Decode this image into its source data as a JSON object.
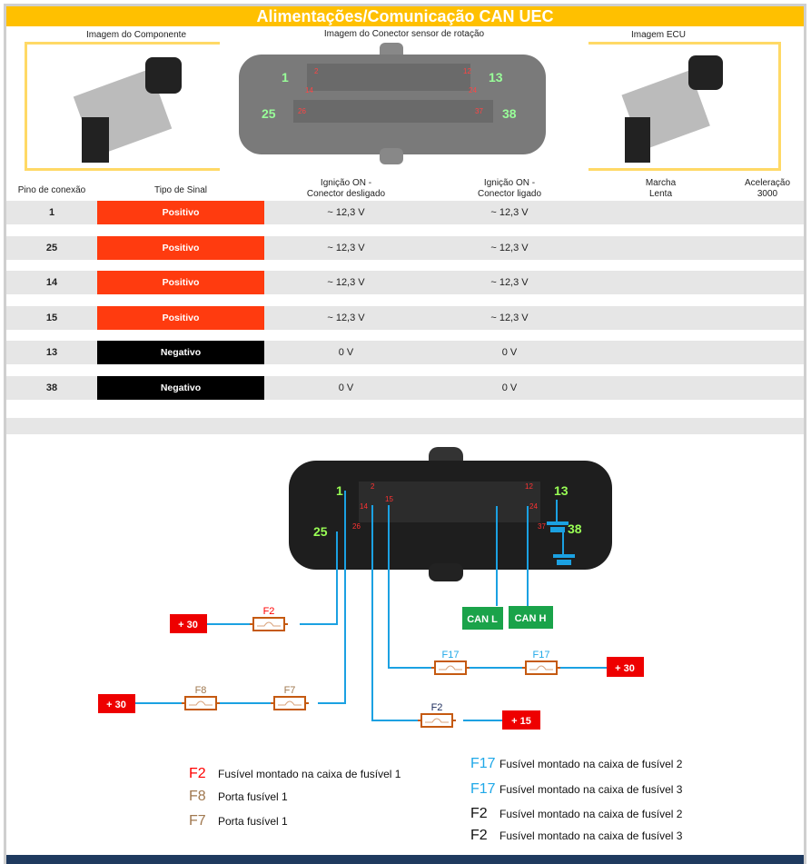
{
  "title": "Alimentações/Comunicação CAN UEC",
  "captions": {
    "component": "Imagem do Componente",
    "connector": "Imagem do Conector sensor de rotação",
    "ecu": "Imagem ECU"
  },
  "connector_labels": {
    "p1": "1",
    "p13": "13",
    "p25": "25",
    "p38": "38",
    "p2": "2",
    "p12": "12",
    "p14": "14",
    "p24": "24",
    "p26": "26",
    "p37": "37",
    "p15": "15"
  },
  "table": {
    "headers": [
      "Pino de conexão",
      "Tipo de Sinal",
      "Ignição ON -\nConector desligado",
      "Ignição ON -\nConector ligado",
      "Marcha\nLenta",
      "Aceleração\n3000"
    ],
    "rows": [
      {
        "pin": "1",
        "signal": "Positivo",
        "v1": "~ 12,3 V",
        "v2": "~ 12,3 V",
        "color": "#ff3b0f"
      },
      {
        "pin": "25",
        "signal": "Positivo",
        "v1": "~ 12,3 V",
        "v2": "~ 12,3 V",
        "color": "#ff3b0f"
      },
      {
        "pin": "14",
        "signal": "Positivo",
        "v1": "~ 12,3 V",
        "v2": "~ 12,3 V",
        "color": "#ff3b0f"
      },
      {
        "pin": "15",
        "signal": "Positivo",
        "v1": "~ 12,3 V",
        "v2": "~ 12,3 V",
        "color": "#ff3b0f"
      },
      {
        "pin": "13",
        "signal": "Negativo",
        "v1": "0 V",
        "v2": "0 V",
        "color": "#000000"
      },
      {
        "pin": "38",
        "signal": "Negativo",
        "v1": "0 V",
        "v2": "0 V",
        "color": "#000000"
      }
    ]
  },
  "diagram": {
    "can_l": "CAN L",
    "can_h": "CAN H",
    "fuses": {
      "f2a": "F2",
      "f8": "F8",
      "f7": "F7",
      "f17a": "F17",
      "f17b": "F17",
      "f2b": "F2"
    },
    "supplies": {
      "s1": "+ 30",
      "s2": "+ 30",
      "s3": "+ 30",
      "s4": "+ 15"
    }
  },
  "legend": [
    {
      "code": "F2",
      "text": "Fusível montado na caixa de fusível 1",
      "color": "#ff0000"
    },
    {
      "code": "F8",
      "text": "Porta fusível 1",
      "color": "#a0784f"
    },
    {
      "code": "F7",
      "text": "Porta fusível 1",
      "color": "#a0784f"
    },
    {
      "code": "F17",
      "text": "Fusível montado na caixa de fusível 2",
      "color": "#1fa8e8"
    },
    {
      "code": "F17",
      "text": "Fusível montado na caixa de fusível 3",
      "color": "#1fa8e8"
    },
    {
      "code": "F2",
      "text": "Fusível montado na caixa de fusível 2",
      "color": "#111111"
    },
    {
      "code": "F2",
      "text": "Fusível montado na caixa de fusível 3",
      "color": "#111111"
    }
  ]
}
